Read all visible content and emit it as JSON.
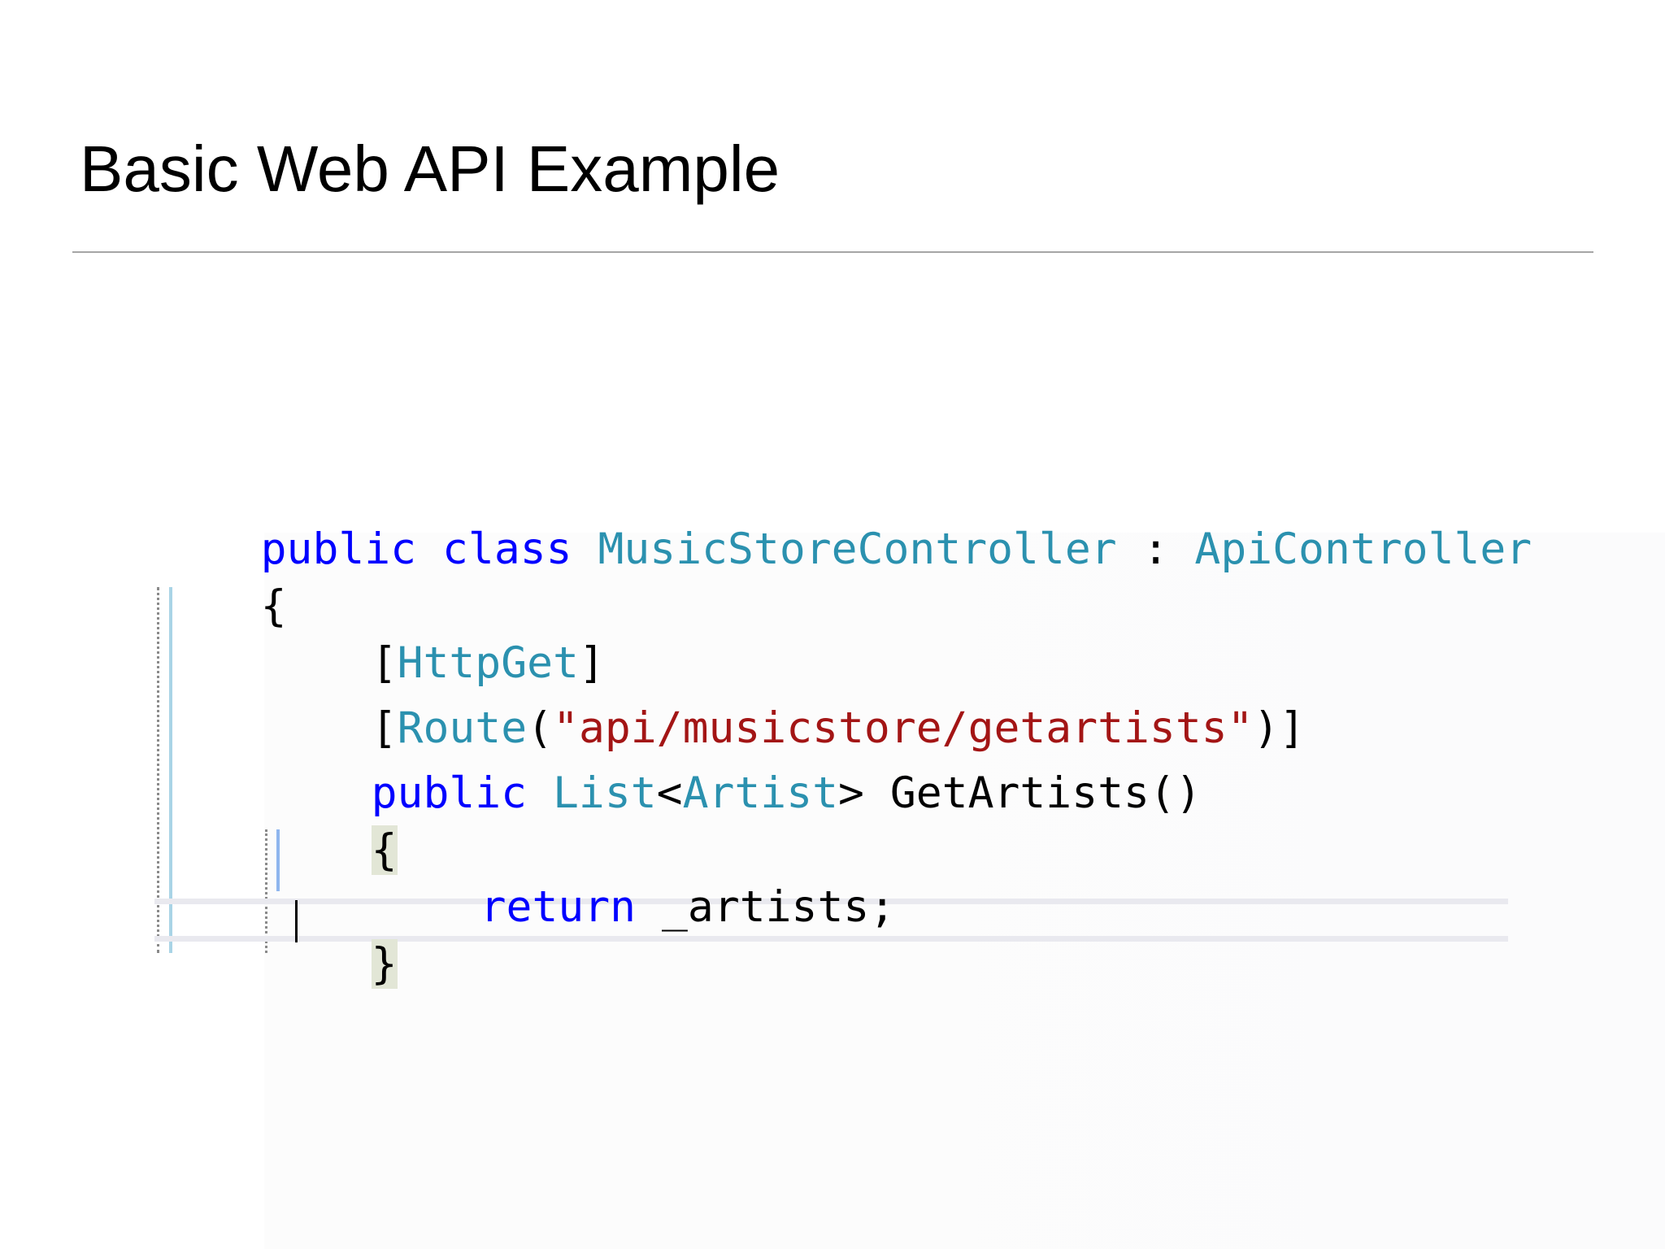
{
  "slide": {
    "title": "Basic Web API Example"
  },
  "code": {
    "line1": {
      "t1": "public",
      "t2": " ",
      "t3": "class",
      "t4": " ",
      "t5": "MusicStoreController",
      "t6": " : ",
      "t7": "ApiController"
    },
    "line2": {
      "t1": "{"
    },
    "line3": {
      "t1": "[",
      "t2": "HttpGet",
      "t3": "]"
    },
    "line4": {
      "t1": "[",
      "t2": "Route",
      "t3": "(",
      "t4": "\"api/musicstore/getartists\"",
      "t5": ")]"
    },
    "line5": {
      "t1": "public",
      "t2": " ",
      "t3": "List",
      "t4": "<",
      "t5": "Artist",
      "t6": "> GetArtists()"
    },
    "line6": {
      "t1": "{"
    },
    "line7": {
      "t1": "return",
      "t2": " _artists;"
    },
    "line8": {
      "t1": "}"
    }
  },
  "colors": {
    "keyword": "#0000ff",
    "type": "#2b91af",
    "string": "#a31515",
    "text": "#000000"
  }
}
